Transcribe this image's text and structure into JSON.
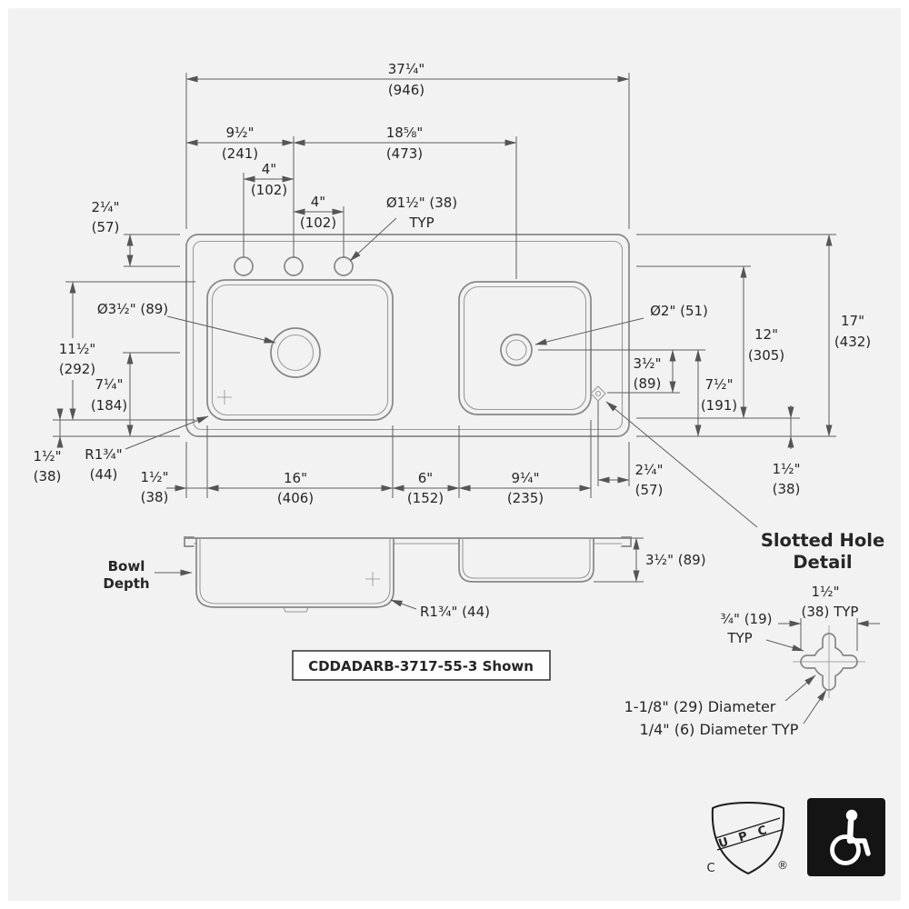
{
  "colors": {
    "background": "#f2f2f2",
    "ink": "#262626",
    "drawing_line": "#868686",
    "dimension_line": "#5f5f5f",
    "ada_badge_bg": "#141414"
  },
  "top_view": {
    "overall_width": {
      "in": "37¼\"",
      "mm": "(946)"
    },
    "left_to_center_hole": {
      "in": "9½\"",
      "mm": "(241)"
    },
    "hole_to_right_drain": {
      "in": "18⅝\"",
      "mm": "(473)"
    },
    "hole_spacing_1": {
      "in": "4\"",
      "mm": "(102)"
    },
    "hole_spacing_2": {
      "in": "4\"",
      "mm": "(102)"
    },
    "faucet_hole": {
      "label": "Ø1½\" (38)",
      "typ": "TYP"
    },
    "top_to_holes": {
      "in": "2¼\"",
      "mm": "(57)"
    },
    "left_drain": {
      "label": "Ø3½\" (89)"
    },
    "right_drain": {
      "label": "Ø2\" (51)"
    },
    "overall_depth": {
      "in": "17\"",
      "mm": "(432)"
    },
    "holes_to_bottom": {
      "in": "12\"",
      "mm": "(305)"
    },
    "left_bowl_front_back": {
      "in": "11½\"",
      "mm": "(292)"
    },
    "left_drain_to_front": {
      "in": "7¼\"",
      "mm": "(184)"
    },
    "drain_to_slot": {
      "in": "3½\"",
      "mm": "(89)"
    },
    "right_drain_to_front": {
      "in": "7½\"",
      "mm": "(191)"
    },
    "front_rim": {
      "in": "1½\"",
      "mm": "(38)"
    },
    "bowl_radius": {
      "in": "R1¾\"",
      "mm": "(44)"
    },
    "left_rim": {
      "in": "1½\"",
      "mm": "(38)"
    },
    "left_bowl_width": {
      "in": "16\"",
      "mm": "(406)"
    },
    "bowl_gap": {
      "in": "6\"",
      "mm": "(152)"
    },
    "right_bowl_width": {
      "in": "9¼\"",
      "mm": "(235)"
    },
    "slot_to_edge": {
      "in": "2¼\"",
      "mm": "(57)"
    },
    "right_rim": {
      "in": "1½\"",
      "mm": "(38)"
    }
  },
  "side_view": {
    "bowl_depth_line1": "Bowl",
    "bowl_depth_line2": "Depth",
    "right_bowl_depth": "3½\" (89)",
    "bottom_radius": "R1¾\" (44)"
  },
  "model_label": "CDDADARB-3717-55-3 Shown",
  "slotted_hole_detail": {
    "title_line1": "Slotted Hole",
    "title_line2": "Detail",
    "slot_width_in": "1½\"",
    "slot_width_mm": "(38) TYP",
    "slot_half": "¾\" (19)",
    "slot_half_typ": "TYP",
    "large_diameter": "1-1/8\" (29) Diameter",
    "small_diameter": "1/4\" (6) Diameter TYP"
  },
  "certifications": {
    "upc_text": "U P C",
    "upc_c": "C",
    "registered": "®"
  }
}
